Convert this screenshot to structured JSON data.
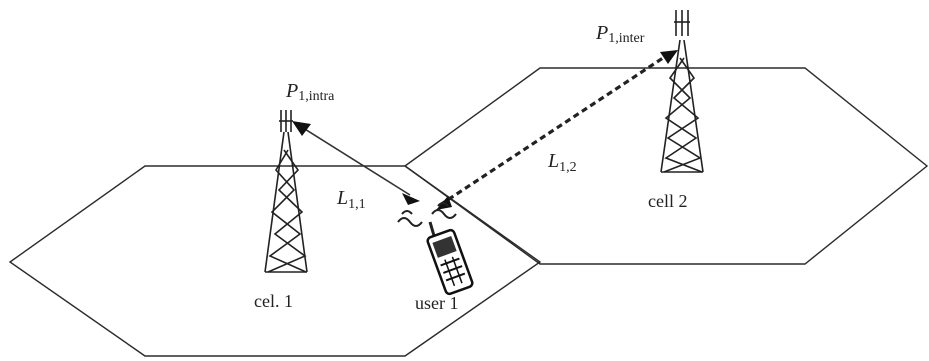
{
  "labels": {
    "p_intra_main": "P",
    "p_intra_sub": "1,intra",
    "p_inter_main": "P",
    "p_inter_sub": "1,inter",
    "l11_main": "L",
    "l11_sub": "1,1",
    "l12_main": "L",
    "l12_sub": "1,2",
    "cell1": "cel. 1",
    "cell2": "cell 2",
    "user1": "user 1"
  },
  "colors": {
    "stroke": "#2b2b2b",
    "background": "#ffffff"
  },
  "icons": [
    "cell-tower-icon",
    "mobile-phone-icon"
  ]
}
